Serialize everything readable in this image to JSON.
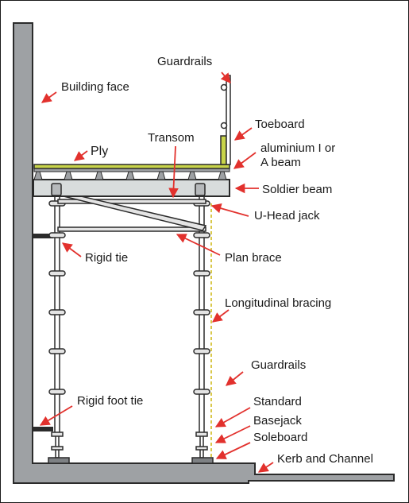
{
  "colors": {
    "structure": "#9ea1a4",
    "outline": "#2b2b2b",
    "ply": "#c8d44a",
    "arrow": "#e2312d",
    "bracing": "#d9c84a",
    "coupler": "#e4e4e4",
    "beam": "#d8dcdc"
  },
  "labels": {
    "guardrails_top": "Guardrails",
    "building_face": "Building face",
    "toeboard": "Toeboard",
    "transom": "Transom",
    "ply": "Ply",
    "aluminium_beam_1": "aluminium I or",
    "aluminium_beam_2": "A beam",
    "soldier_beam": "Soldier beam",
    "u_head_jack": "U-Head jack",
    "rigid_tie": "Rigid tie",
    "plan_brace": "Plan brace",
    "longitudinal_bracing": "Longitudinal bracing",
    "guardrails_bottom": "Guardrails",
    "rigid_foot_tie": "Rigid foot tie",
    "standard": "Standard",
    "basejack": "Basejack",
    "soleboard": "Soleboard",
    "kerb_and_channel": "Kerb and Channel"
  }
}
